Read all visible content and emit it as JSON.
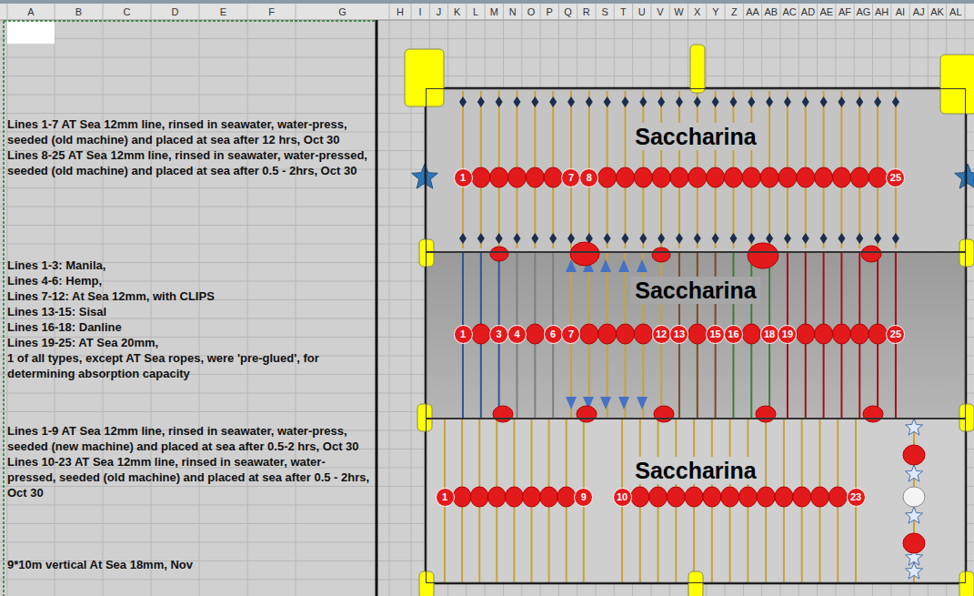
{
  "diagram": {
    "nodes": [
      {
        "text": [
          "Saccharina"
        ]
      },
      {
        "text": [
          "1"
        ],
        "in": 0
      },
      {
        "text": [
          "7"
        ],
        "in": 0
      },
      {
        "text": [
          "8"
        ],
        "in": 0
      },
      {
        "text": [
          "25"
        ],
        "in": 0
      },
      {
        "text": [
          "Saccharina"
        ]
      },
      {
        "text": [
          "1"
        ],
        "in": 5
      },
      {
        "text": [
          "3"
        ],
        "in": 5
      },
      {
        "text": [
          "4"
        ],
        "in": 5
      },
      {
        "text": [
          "6"
        ],
        "in": 5
      },
      {
        "text": [
          "7"
        ],
        "in": 5
      },
      {
        "text": [
          "12"
        ],
        "in": 5
      },
      {
        "text": [
          "13"
        ],
        "in": 5
      },
      {
        "text": [
          "15"
        ],
        "in": 5
      },
      {
        "text": [
          "16"
        ],
        "in": 5
      },
      {
        "text": [
          "18"
        ],
        "in": 5
      },
      {
        "text": [
          "19"
        ],
        "in": 5
      },
      {
        "text": [
          "25"
        ],
        "in": 5
      },
      {
        "text": [
          "Saccharina"
        ]
      },
      {
        "text": [
          "1"
        ],
        "in": 18
      },
      {
        "text": [
          "9"
        ],
        "in": 18
      },
      {
        "text": [
          "10"
        ],
        "in": 18
      },
      {
        "text": [
          "23"
        ],
        "in": 18
      }
    ],
    "labels": [
      "A",
      "B",
      "C",
      "D",
      "E",
      "F",
      "G",
      "H",
      "I",
      "J",
      "K",
      "L",
      "M",
      "N",
      "O",
      "P",
      "Q",
      "R",
      "S",
      "T",
      "U",
      "V",
      "W",
      "X",
      "Y",
      "Z",
      "AA",
      "AB",
      "AC",
      "AD",
      "AE",
      "AF",
      "AG",
      "AH",
      "AI",
      "AJ",
      "AK",
      "AL",
      "Lines 1-7 AT Sea 12mm line, rinsed in seawater, water-press, seeded (old machine) and placed at sea after 12 hrs, Oct 30",
      "Lines 8-25 AT Sea 12mm line, rinsed in seawater, water-pressed, seeded (old machine) and placed at sea after 0.5 - 2hrs, Oct 30",
      "Lines 1-3: Manila,",
      "Lines 4-6: Hemp,",
      "Lines 7-12: At Sea 12mm, with CLIPS",
      "Lines 13-15: Sisal",
      "Lines 16-18: Danline",
      "Lines 19-25: AT Sea 20mm,",
      "1 of all types, except AT Sea ropes, were 'pre-glued', for determining absorption capacity",
      "Lines 1-9 AT Sea 12mm line, rinsed in seawater, water-press, seeded (new machine) and placed at sea after 0.5-2 hrs, Oct 30",
      "Lines 10-23 AT Sea 12mm line, rinsed in seawater, water-pressed, seeded (old machine) and placed at sea after 0.5 - 2hrs, Oct 30",
      "9*10m vertical At Sea 18mm, Nov"
    ]
  }
}
